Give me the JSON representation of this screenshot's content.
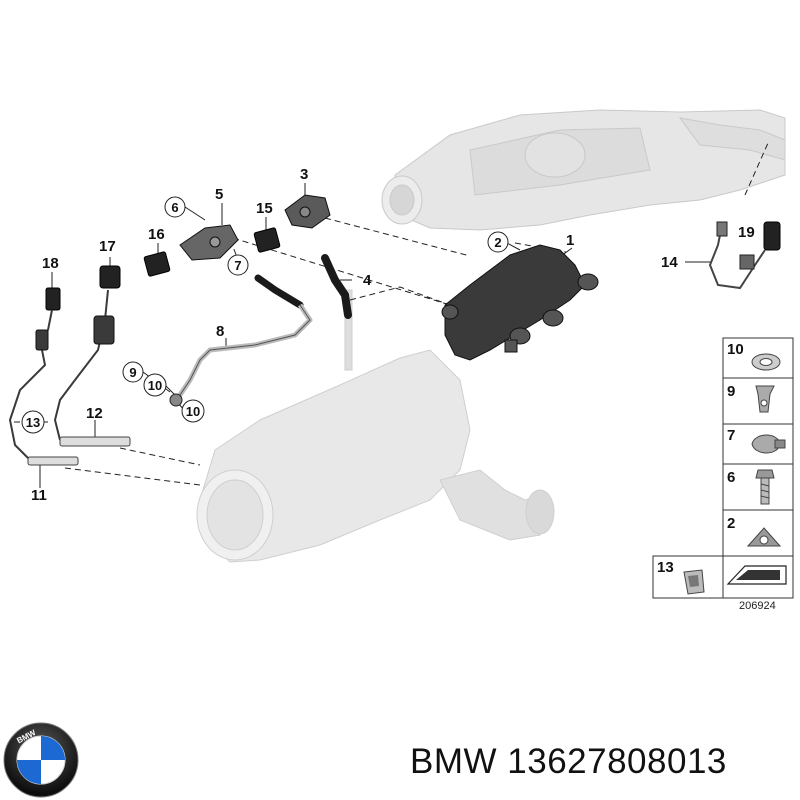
{
  "diagram": {
    "reference_id": "206924",
    "callouts": {
      "p1": "1",
      "p2": "2",
      "p3": "3",
      "p4": "4",
      "p5": "5",
      "p6": "6",
      "p7": "7",
      "p8": "8",
      "p9": "9",
      "p10a": "10",
      "p10b": "10",
      "p11": "11",
      "p12": "12",
      "p13": "13",
      "p14": "14",
      "p15": "15",
      "p16": "16",
      "p17": "17",
      "p18": "18",
      "p19": "19"
    },
    "legend": [
      "10",
      "9",
      "7",
      "6",
      "2",
      "13"
    ]
  },
  "brand": {
    "logo_letters": "BMW",
    "caption": "BMW 13627808013"
  },
  "colors": {
    "line": "#1a1a1a",
    "faded_part": "#dcdcdc",
    "dark_part": "#3a3a3a",
    "logo_blue": "#1c69d4"
  },
  "icons": [
    "bmw-logo-icon",
    "arrow-shape-icon"
  ]
}
